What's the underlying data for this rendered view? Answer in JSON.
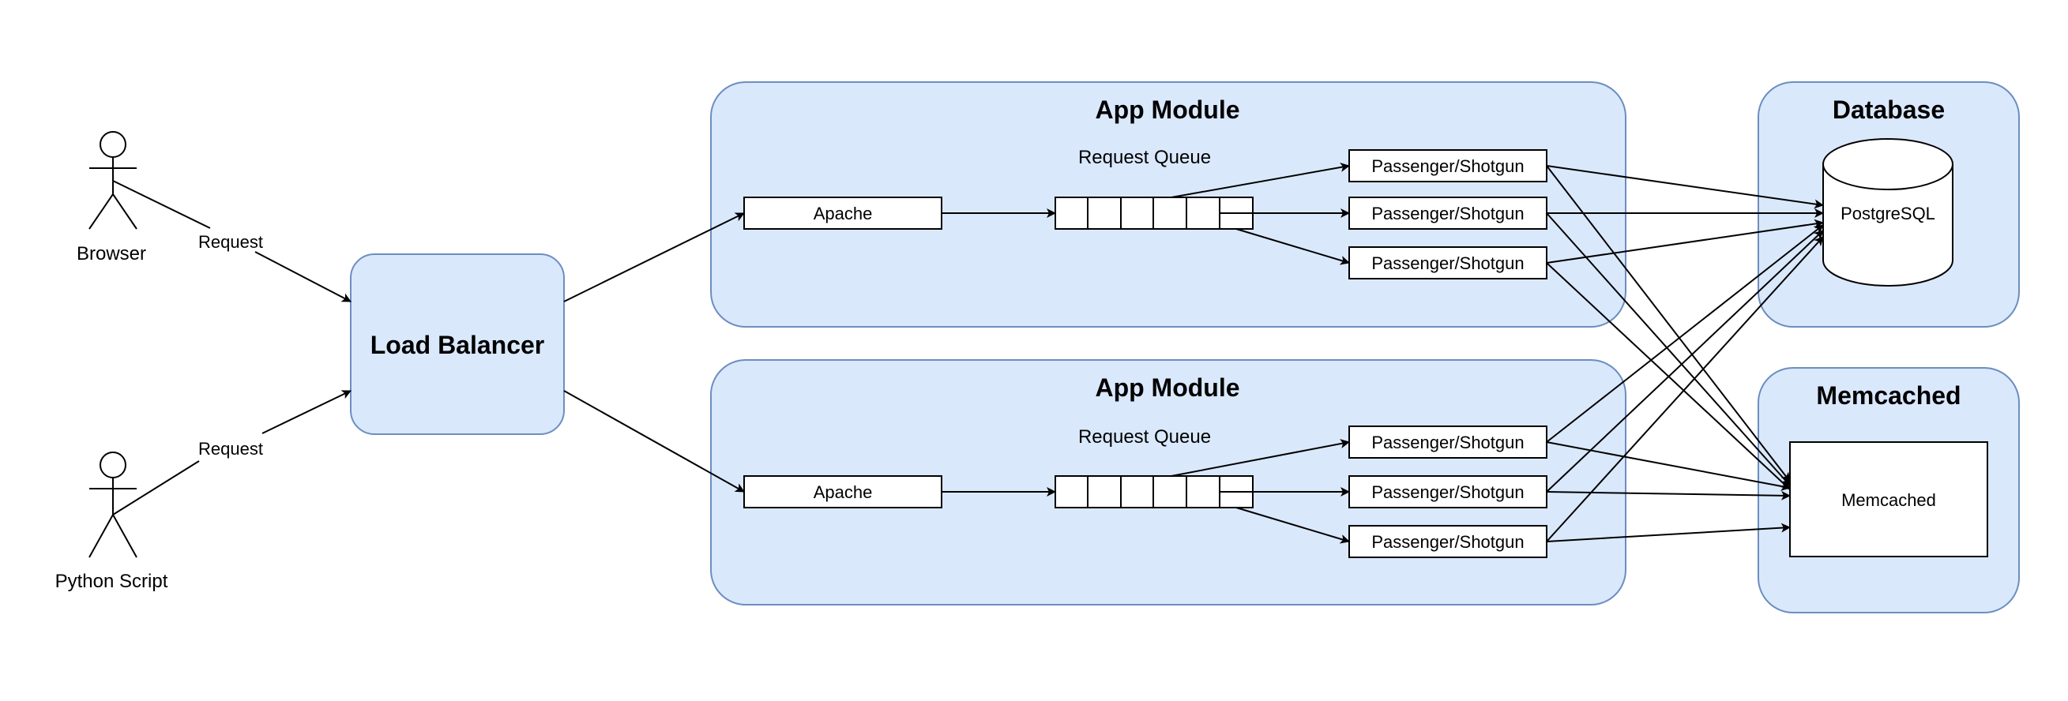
{
  "actors": {
    "browser": "Browser",
    "python": "Python Script"
  },
  "edges": {
    "browser_request": "Request",
    "python_request": "Request"
  },
  "load_balancer": {
    "title": "Load Balancer"
  },
  "app_modules": [
    {
      "title": "App Module",
      "queue_label": "Request Queue",
      "apache": "Apache",
      "workers": [
        "Passenger/Shotgun",
        "Passenger/Shotgun",
        "Passenger/Shotgun"
      ]
    },
    {
      "title": "App Module",
      "queue_label": "Request Queue",
      "apache": "Apache",
      "workers": [
        "Passenger/Shotgun",
        "Passenger/Shotgun",
        "Passenger/Shotgun"
      ]
    }
  ],
  "database": {
    "title": "Database",
    "node": "PostgreSQL"
  },
  "memcached": {
    "title": "Memcached",
    "node": "Memcached"
  },
  "colors": {
    "group_fill": "#dae8fc",
    "group_stroke": "#6c8ebf"
  }
}
